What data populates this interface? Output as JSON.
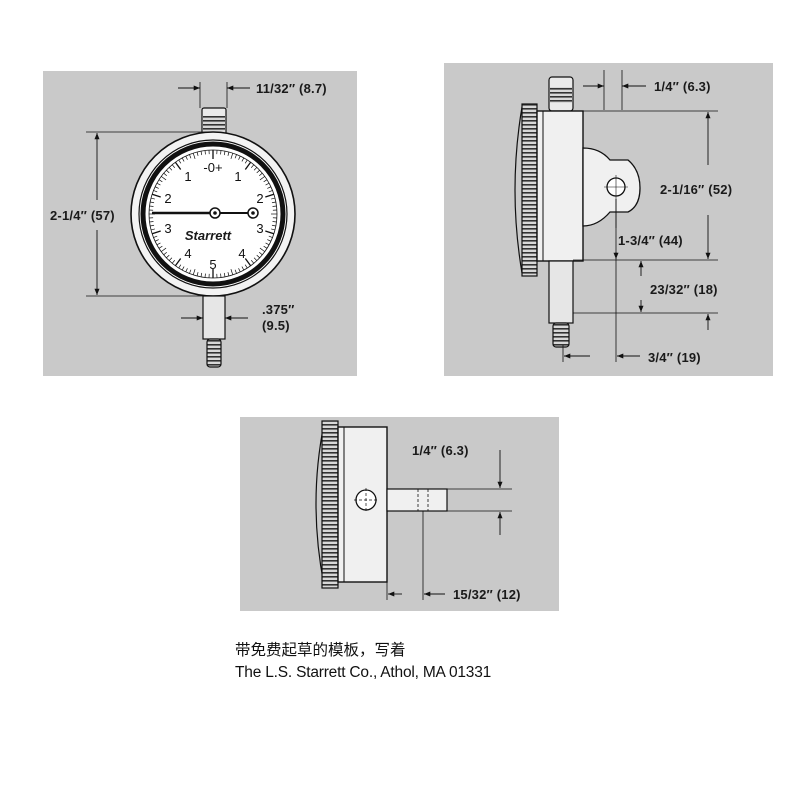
{
  "front_view": {
    "dims": {
      "top_width": "11/32″ (8.7)",
      "height": "2-1/4″ (57)",
      "stem_top": ".375″",
      "stem_bottom": "(9.5)"
    },
    "dial": {
      "zero": "-0+",
      "left_1": "1",
      "right_1": "1",
      "left_2": "2",
      "right_2": "2",
      "left_3": "3",
      "right_3": "3",
      "left_4": "4",
      "right_4": "4",
      "five": "5",
      "brand": "Starrett"
    }
  },
  "side_view": {
    "dims": {
      "top": "1/4″ (6.3)",
      "lug": "2-1/16″ (52)",
      "body": "1-3/4″ (44)",
      "stem": "23/32″ (18)",
      "bottom": "3/4″ (19)"
    }
  },
  "back_view": {
    "dims": {
      "stem_dia": "1/4″ (6.3)",
      "stem_len": "15/32″ (12)"
    }
  },
  "footer": {
    "note": "带免费起草的模板，写着",
    "company": "The L.S. Starrett Co., Athol, MA 01331"
  }
}
